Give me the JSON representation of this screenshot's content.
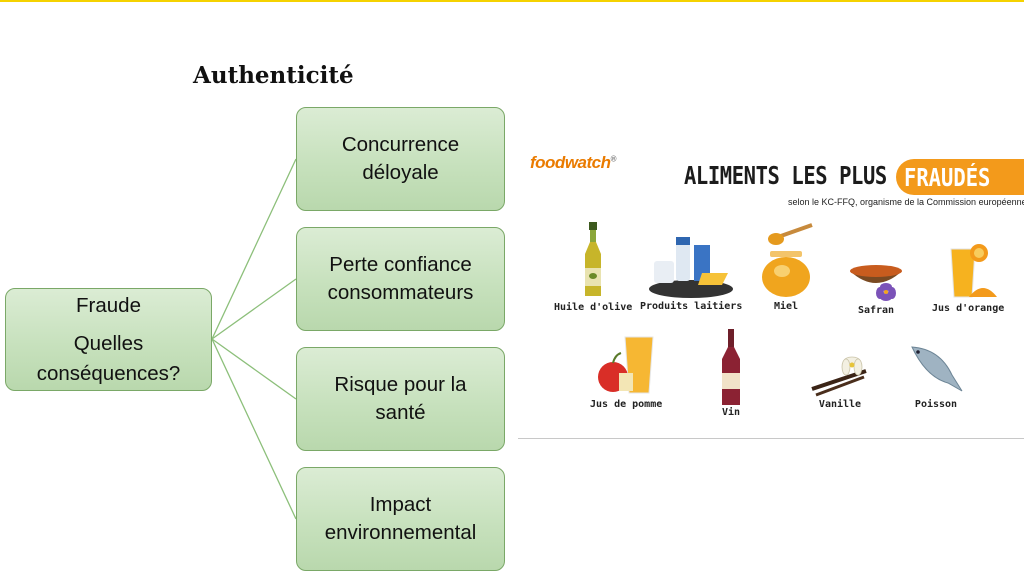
{
  "slide": {
    "title": "Authenticité"
  },
  "diagram": {
    "root": {
      "line1": "Fraude",
      "line2": "Quelles",
      "line3": "conséquences?"
    },
    "branches": [
      {
        "line1": "Concurrence",
        "line2": "déloyale"
      },
      {
        "line1": "Perte confiance",
        "line2": "consommateurs"
      },
      {
        "line1": "Risque pour la",
        "line2": "santé"
      },
      {
        "line1": "Impact",
        "line2": "environnemental"
      }
    ]
  },
  "infographic": {
    "brand_a": "food",
    "brand_b": "watch",
    "brand_mark": "®",
    "headline": "ALIMENTS LES PLUS",
    "headline_highlight": "FRAUDÉS",
    "subtitle": "selon le KC-FFQ, organisme de la Commission européenne",
    "items": [
      {
        "label": "Huile d'olive",
        "icon": "olive-oil-bottle-icon"
      },
      {
        "label": "Produits laitiers",
        "icon": "dairy-products-icon"
      },
      {
        "label": "Miel",
        "icon": "honey-jar-icon"
      },
      {
        "label": "Safran",
        "icon": "saffron-icon"
      },
      {
        "label": "Jus d'orange",
        "icon": "orange-juice-icon"
      },
      {
        "label": "Jus de pomme",
        "icon": "apple-juice-icon"
      },
      {
        "label": "Vin",
        "icon": "wine-bottle-icon"
      },
      {
        "label": "Vanille",
        "icon": "vanilla-icon"
      },
      {
        "label": "Poisson",
        "icon": "fish-icon"
      }
    ],
    "colors": {
      "brand": "#ea7b00",
      "highlight": "#f39a1b"
    }
  },
  "colors": {
    "box_fill": "#c7e1bd",
    "box_border": "#7aa867",
    "connector": "#8cbf7a",
    "top_rule": "#f5d200"
  }
}
